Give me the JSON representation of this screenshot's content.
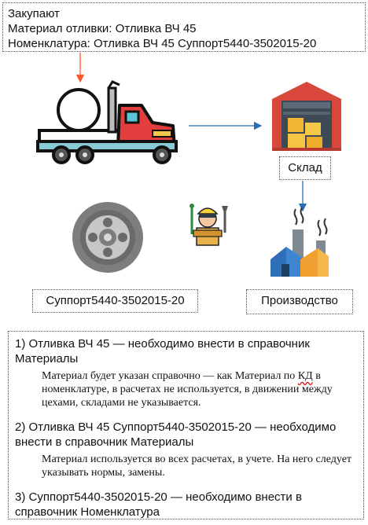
{
  "top_note": {
    "line1": "Закупают",
    "line2": "Материал отливки: Отливка ВЧ 45",
    "line3": "Номенклатура: Отливка ВЧ 45 Суппорт5440-3502015-20"
  },
  "labels": {
    "warehouse": "Склад",
    "product": "Суппорт5440-3502015-20",
    "production": "Производство"
  },
  "icons": {
    "truck": "truck-with-pipe-icon",
    "warehouse": "warehouse-icon",
    "worker": "worker-icon",
    "wheel": "wheel-part-icon",
    "factory": "factory-icon"
  },
  "colors": {
    "arrow_orange": "#ff5722",
    "arrow_blue": "#2a6fb5",
    "spellcheck": "#dd2222"
  },
  "steps": [
    {
      "title": "1) Отливка ВЧ 45 — необходимо внести в справочник Материалы",
      "note_before": "Материал будет указан справочно — как Материал по ",
      "note_abbr": "КД",
      "note_after": " в номенклатуре, в расчетах не используется, в движении между цехами, складами не указывается."
    },
    {
      "title": "2) Отливка ВЧ 45 Суппорт5440-3502015-20 — необходимо внести в справочник Материалы",
      "note": "Материал используется во всех расчетах, в учете. На него следует указывать нормы, замены."
    },
    {
      "title": "3) Суппорт5440-3502015-20 — необходимо внести в справочник Номенклатура"
    }
  ]
}
